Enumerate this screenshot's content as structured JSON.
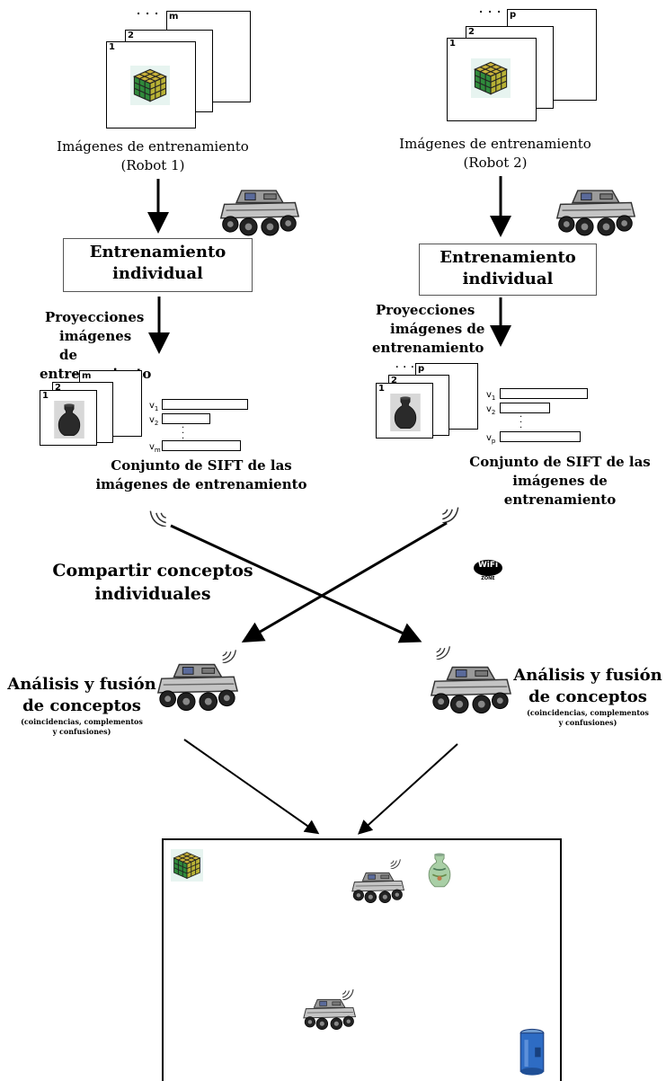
{
  "robot1": {
    "stack_top_label": "m",
    "stack_mid_label": "2",
    "stack_front_label": "1",
    "stack_dots": ". . .",
    "images_label_line1": "Imágenes de entrenamiento",
    "images_label_line2": "(Robot 1)",
    "training_box_line1": "Entrenamiento",
    "training_box_line2": "individual",
    "projections_line1": "Proyecciones",
    "projections_line2": "imágenes de",
    "projections_line3": "entrenamiento",
    "proj_stack_top_label": "m",
    "proj_stack_mid_label": "2",
    "proj_stack_front_label": "1",
    "v_labels": [
      "v1",
      "v2",
      "vm"
    ],
    "sift_line1": "Conjunto de SIFT de las",
    "sift_line2": "imágenes de entrenamiento",
    "fusion_line1": "Análisis y fusión",
    "fusion_line2": "de conceptos",
    "fusion_note_line1": "(coincidencias, complementos",
    "fusion_note_line2": "y confusiones)"
  },
  "robot2": {
    "stack_top_label": "p",
    "stack_mid_label": "2",
    "stack_front_label": "1",
    "stack_dots": ". . .",
    "images_label_line1": "Imágenes de entrenamiento",
    "images_label_line2": "(Robot 2)",
    "training_box_line1": "Entrenamiento",
    "training_box_line2": "individual",
    "projections_line1": "Proyecciones",
    "projections_line2": "imágenes de",
    "projections_line3": "entrenamiento",
    "proj_stack_top_label": "p",
    "proj_stack_mid_label": "2",
    "proj_stack_front_label": "1",
    "v_labels": [
      "v1",
      "v2",
      "vp"
    ],
    "sift_line1": "Conjunto de SIFT de las",
    "sift_line2": "imágenes de entrenamiento",
    "fusion_line1": "Análisis y fusión",
    "fusion_line2": "de conceptos",
    "fusion_note_line1": "(coincidencias, complementos",
    "fusion_note_line2": "y confusiones)"
  },
  "share": {
    "line1": "Compartir conceptos",
    "line2": "individuales",
    "wifi_logo_text": "WiFi",
    "wifi_zone_text": "ZONE"
  },
  "icons": {
    "cube": "rubiks-cube-icon",
    "robot": "robot-rover-icon",
    "vase": "vase-icon",
    "can": "can-icon",
    "signal": "wireless-signal-icon"
  }
}
